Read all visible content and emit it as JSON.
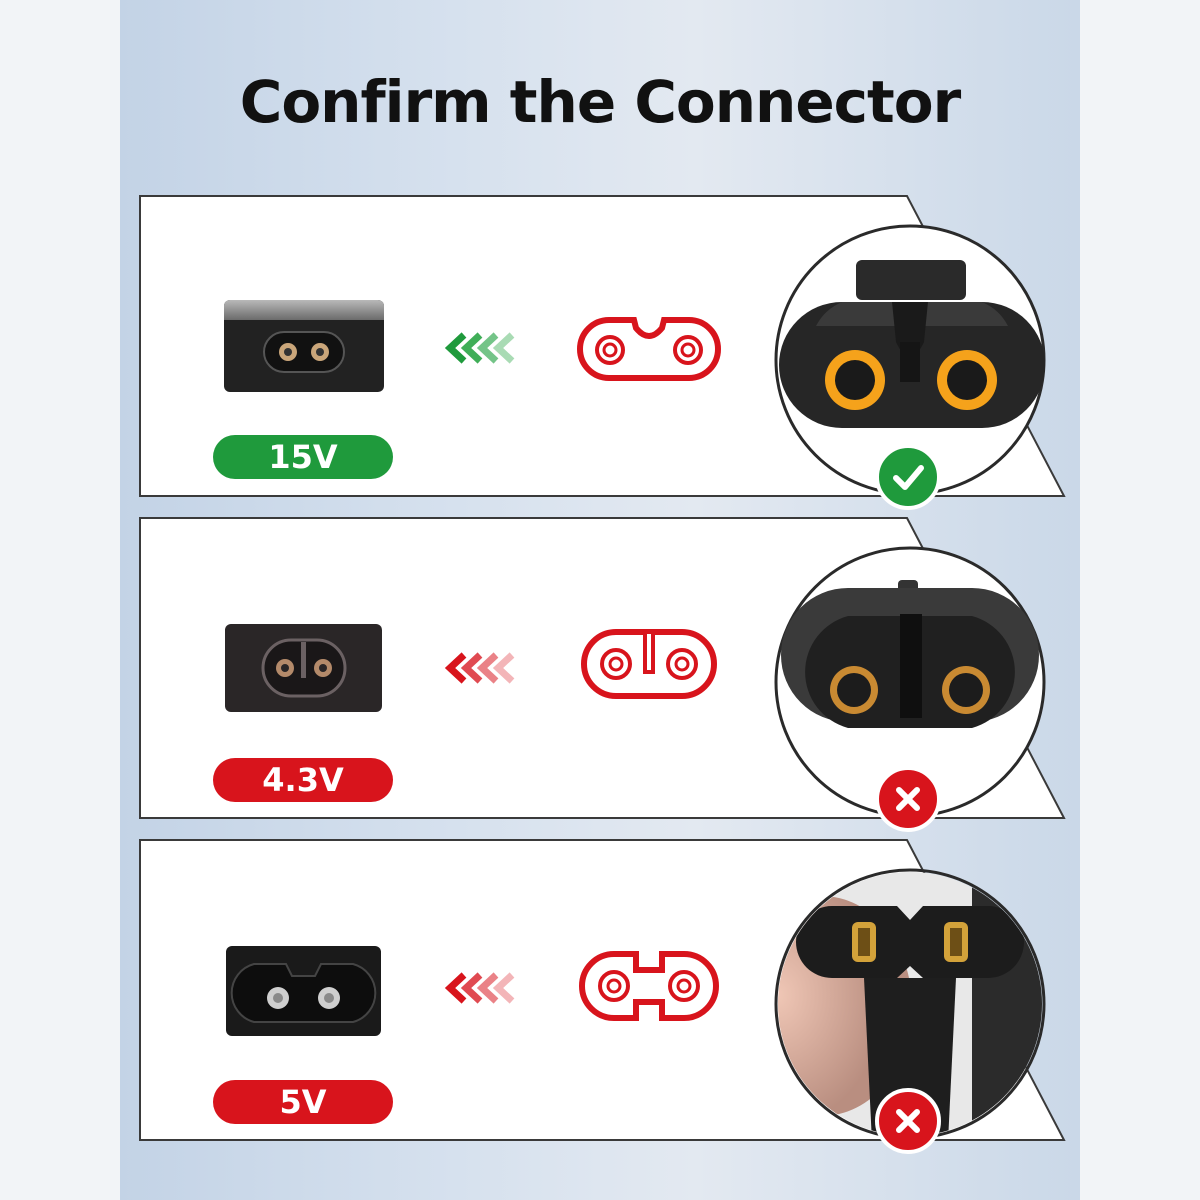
{
  "title": "Confirm the Connector",
  "rows": [
    {
      "voltage": "15V",
      "status": "compatible",
      "status_icon": "check-icon"
    },
    {
      "voltage": "4.3V",
      "status": "incompatible",
      "status_icon": "cross-icon"
    },
    {
      "voltage": "5V",
      "status": "incompatible",
      "status_icon": "cross-icon"
    }
  ],
  "colors": {
    "green": "#1f9a3c",
    "red": "#d8141c",
    "connector_orange": "#f5a21b"
  }
}
